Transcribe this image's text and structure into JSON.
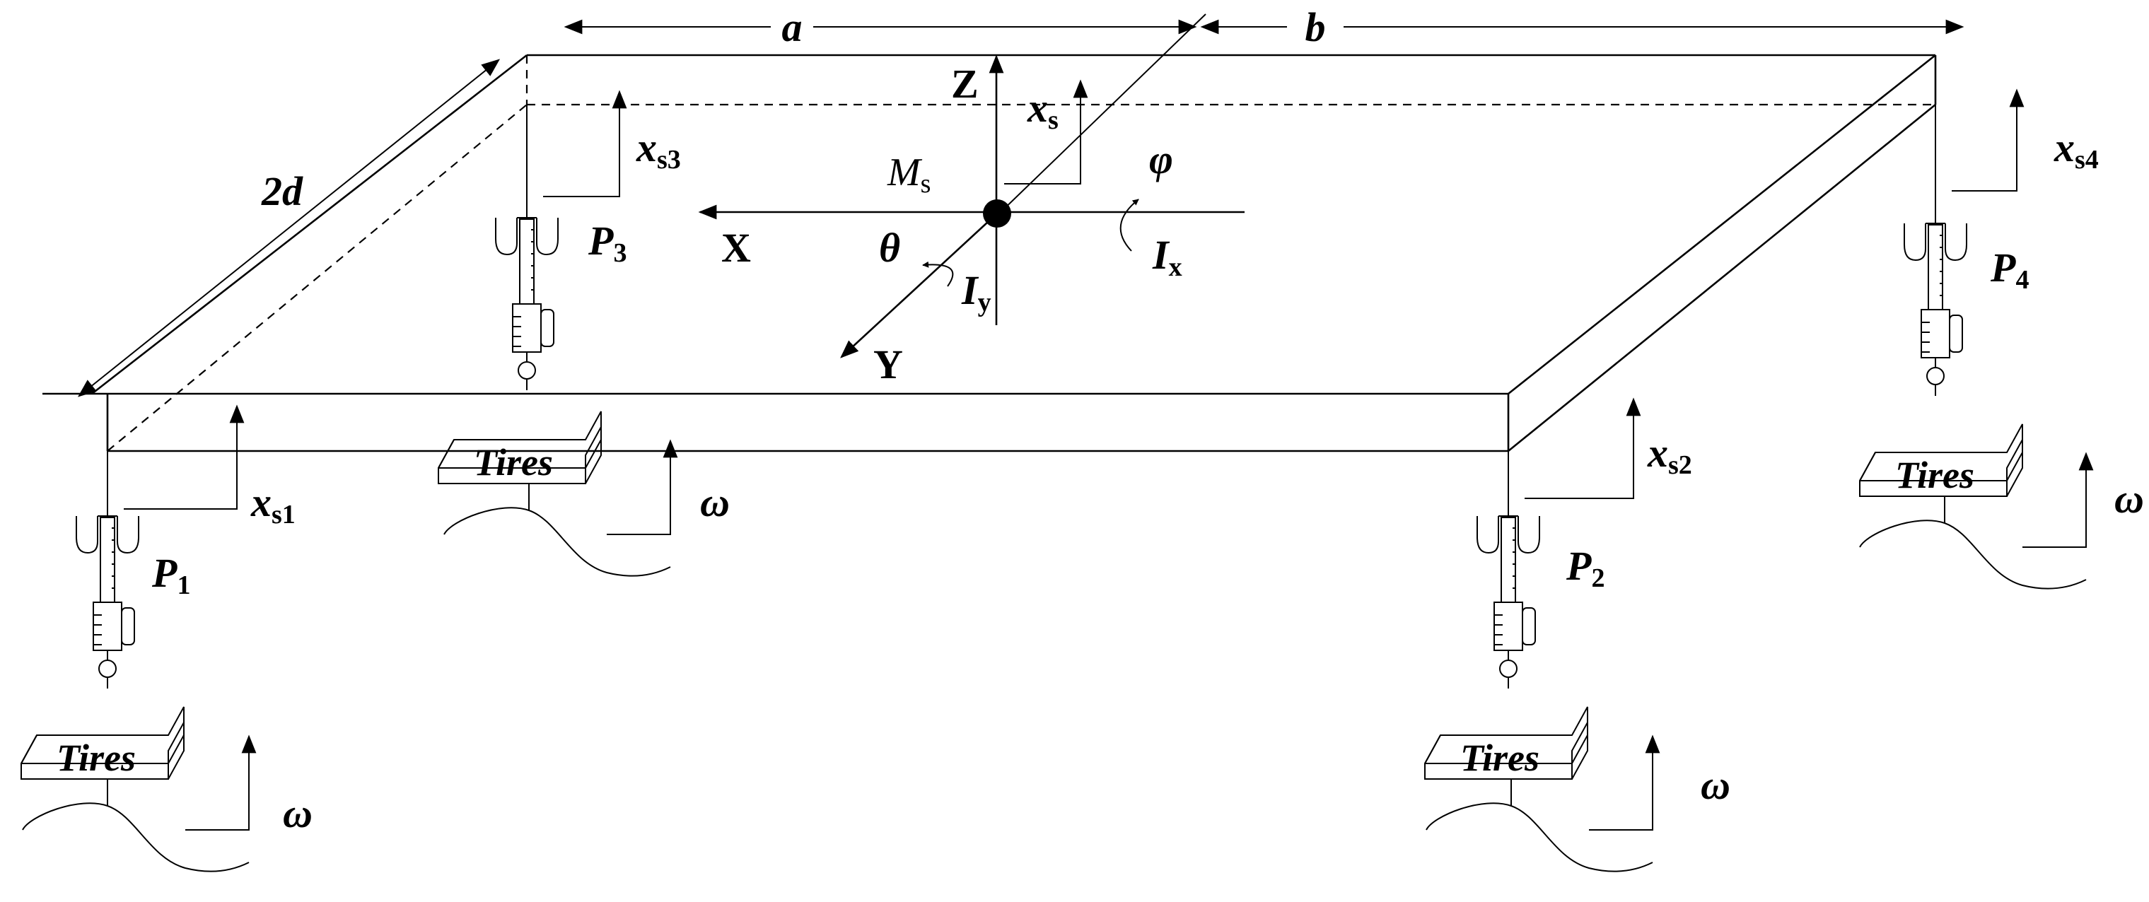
{
  "dimensions": {
    "a": "a",
    "b": "b",
    "d": "2d"
  },
  "axes": {
    "z": "Z",
    "x": "X",
    "y": "Y",
    "xs": "x",
    "xs_sub": "s",
    "ms": "M",
    "ms_sub": "s",
    "phi": "φ",
    "theta": "θ",
    "ix": "I",
    "ix_sub": "x",
    "iy": "I",
    "iy_sub": "y"
  },
  "suspensions": [
    {
      "id": "1",
      "label": "P",
      "sub": "1",
      "disp": "x",
      "disp_sub": "s1"
    },
    {
      "id": "2",
      "label": "P",
      "sub": "2",
      "disp": "x",
      "disp_sub": "s2"
    },
    {
      "id": "3",
      "label": "P",
      "sub": "3",
      "disp": "x",
      "disp_sub": "s3"
    },
    {
      "id": "4",
      "label": "P",
      "sub": "4",
      "disp": "x",
      "disp_sub": "s4"
    }
  ],
  "tire_label": "Tires",
  "omega": "ω"
}
